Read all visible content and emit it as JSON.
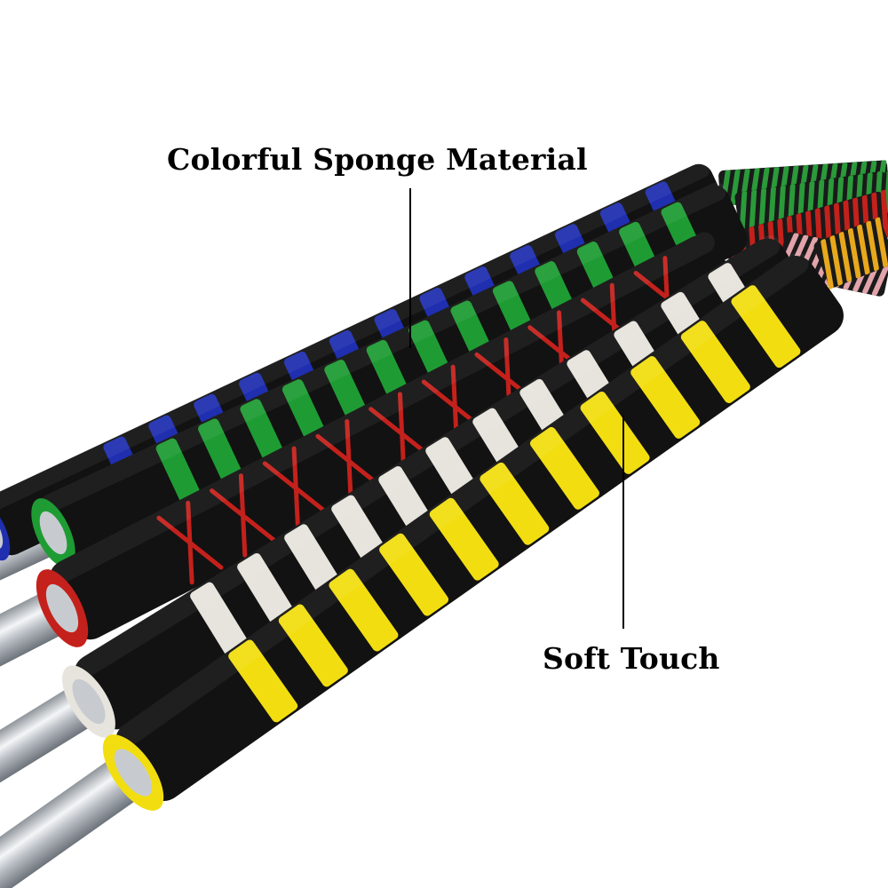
{
  "captions": {
    "top": "Colorful Sponge Material",
    "bottom": "Soft Touch"
  },
  "grips": [
    {
      "name": "blue-grip",
      "band_color": "#1f2fb0",
      "band_style": "stripes",
      "spring_color": "#2a9a3a"
    },
    {
      "name": "green-grip",
      "band_color": "#1e9c33",
      "band_style": "stripes",
      "spring_color": "#2a9a3a"
    },
    {
      "name": "red-grip",
      "band_color": "#c4211c",
      "band_style": "cross",
      "spring_color": "#c4211c"
    },
    {
      "name": "white-grip",
      "band_color": "#e6e4dc",
      "band_style": "stripes",
      "spring_color": "#e2a3ab"
    },
    {
      "name": "yellow-grip",
      "band_color": "#f2de10",
      "band_style": "stripes",
      "spring_color": "#e8a81c"
    }
  ],
  "colors": {
    "foam": "#121212",
    "steel": "#c7cbd0",
    "background": "#ffffff"
  }
}
